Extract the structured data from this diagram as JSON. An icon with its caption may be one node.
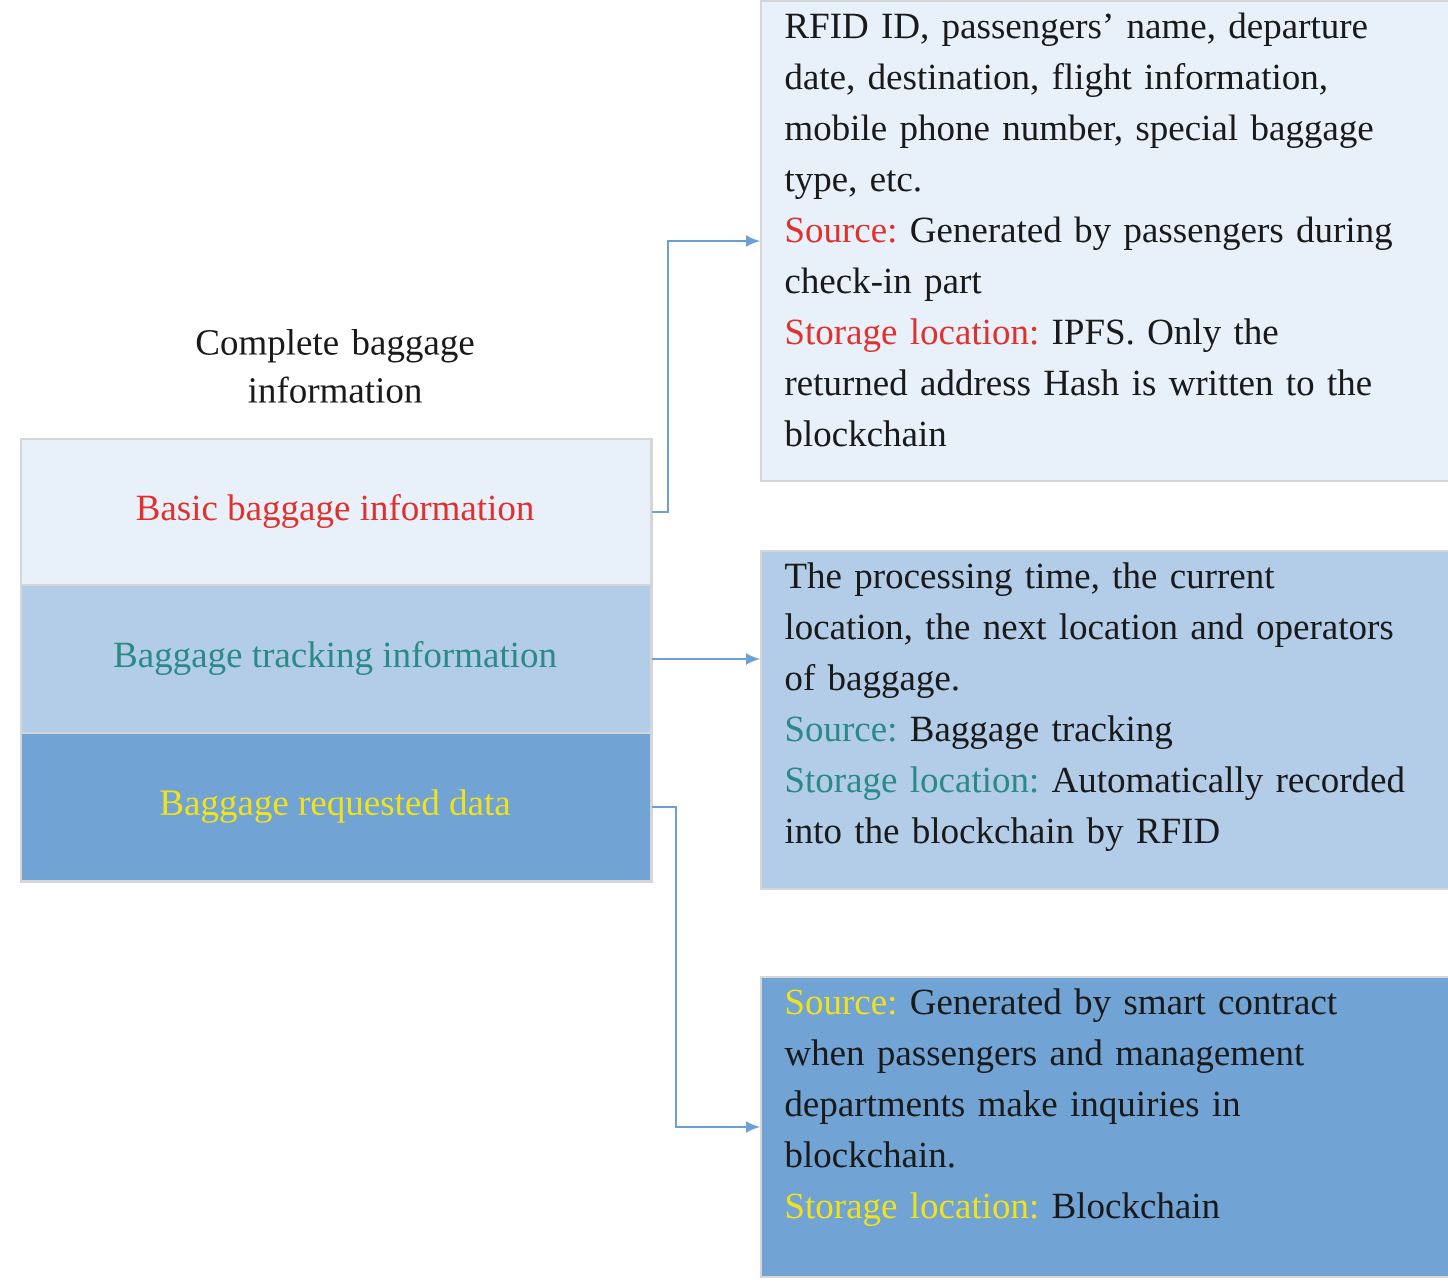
{
  "diagram": {
    "nodes": [
      {
        "text": [
          "Complete baggage information"
        ]
      },
      {
        "text": [
          "Basic baggage information"
        ],
        "in": 0
      },
      {
        "text": [
          "Baggage tracking information"
        ],
        "in": 0
      },
      {
        "text": [
          "Baggage requested data"
        ],
        "in": 0
      },
      {
        "text": [
          "RFID ID, passengers’ name, departure date, destination, flight information, mobile phone number, special baggage type, etc.",
          "Source:",
          "Generated by passengers during check-in part",
          "Storage location:",
          "IPFS. Only the returned address Hash is written to the blockchain"
        ]
      },
      {
        "text": [
          "The processing time, the current location, the next location and operators of baggage.",
          "Source:",
          "Baggage tracking",
          "Storage location:",
          "Automatically recorded into the blockchain by RFID"
        ]
      },
      {
        "text": [
          "Source:",
          "Generated by smart contract when passengers and management departments make inquiries in blockchain.",
          "Storage location:",
          "Blockchain"
        ]
      }
    ],
    "edges": [
      {
        "from": 1,
        "to": 4,
        "arrow": "to"
      },
      {
        "from": 2,
        "to": 5,
        "arrow": "to"
      },
      {
        "from": 3,
        "to": 6,
        "arrow": "to"
      }
    ]
  }
}
